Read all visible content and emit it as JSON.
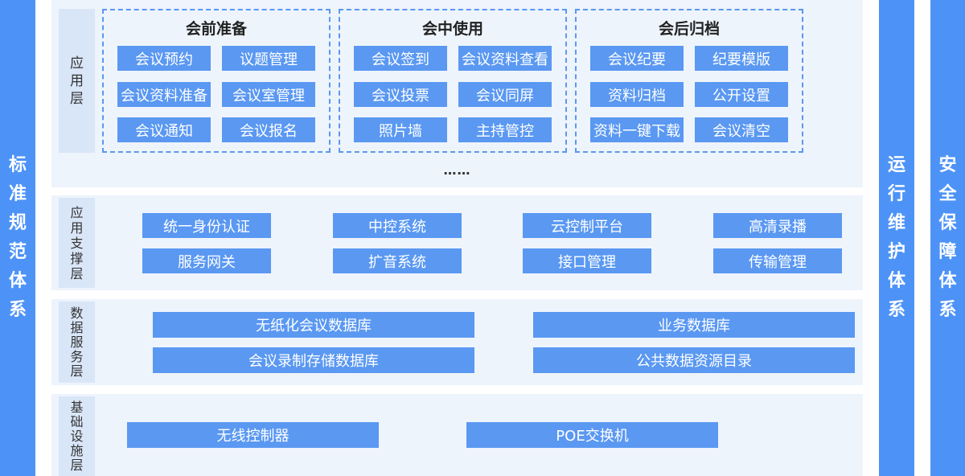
{
  "side": {
    "left": "标准规范体系",
    "mid": "运行维护体系",
    "right": "安全保障体系"
  },
  "app_layer": {
    "label": "应用层",
    "groups": [
      {
        "title": "会前准备",
        "items": [
          "会议预约",
          "议题管理",
          "会议资料准备",
          "会议室管理",
          "会议通知",
          "会议报名"
        ]
      },
      {
        "title": "会中使用",
        "items": [
          "会议签到",
          "会议资料查看",
          "会议投票",
          "会议同屏",
          "照片墙",
          "主持管控"
        ]
      },
      {
        "title": "会后归档",
        "items": [
          "会议纪要",
          "纪要模版",
          "资料归档",
          "公开设置",
          "资料一键下载",
          "会议清空"
        ]
      }
    ],
    "ellipsis": "……"
  },
  "support_layer": {
    "label": "应用支撑层",
    "items": [
      "统一身份认证",
      "中控系统",
      "云控制平台",
      "高清录播",
      "服务网关",
      "扩音系统",
      "接口管理",
      "传输管理"
    ]
  },
  "data_layer": {
    "label": "数据服务层",
    "items": [
      "无纸化会议数据库",
      "业务数据库",
      "会议录制存储数据库",
      "公共数据资源目录"
    ]
  },
  "infra_layer": {
    "label": "基础设施层",
    "items": [
      "无线控制器",
      "POE交换机"
    ]
  },
  "colors": {
    "side_bar": "#4d93f7",
    "button": "#5a98f2",
    "panel": "#eef4fc",
    "label_bg": "#d9e6f8",
    "dash": "#5a97ef"
  }
}
